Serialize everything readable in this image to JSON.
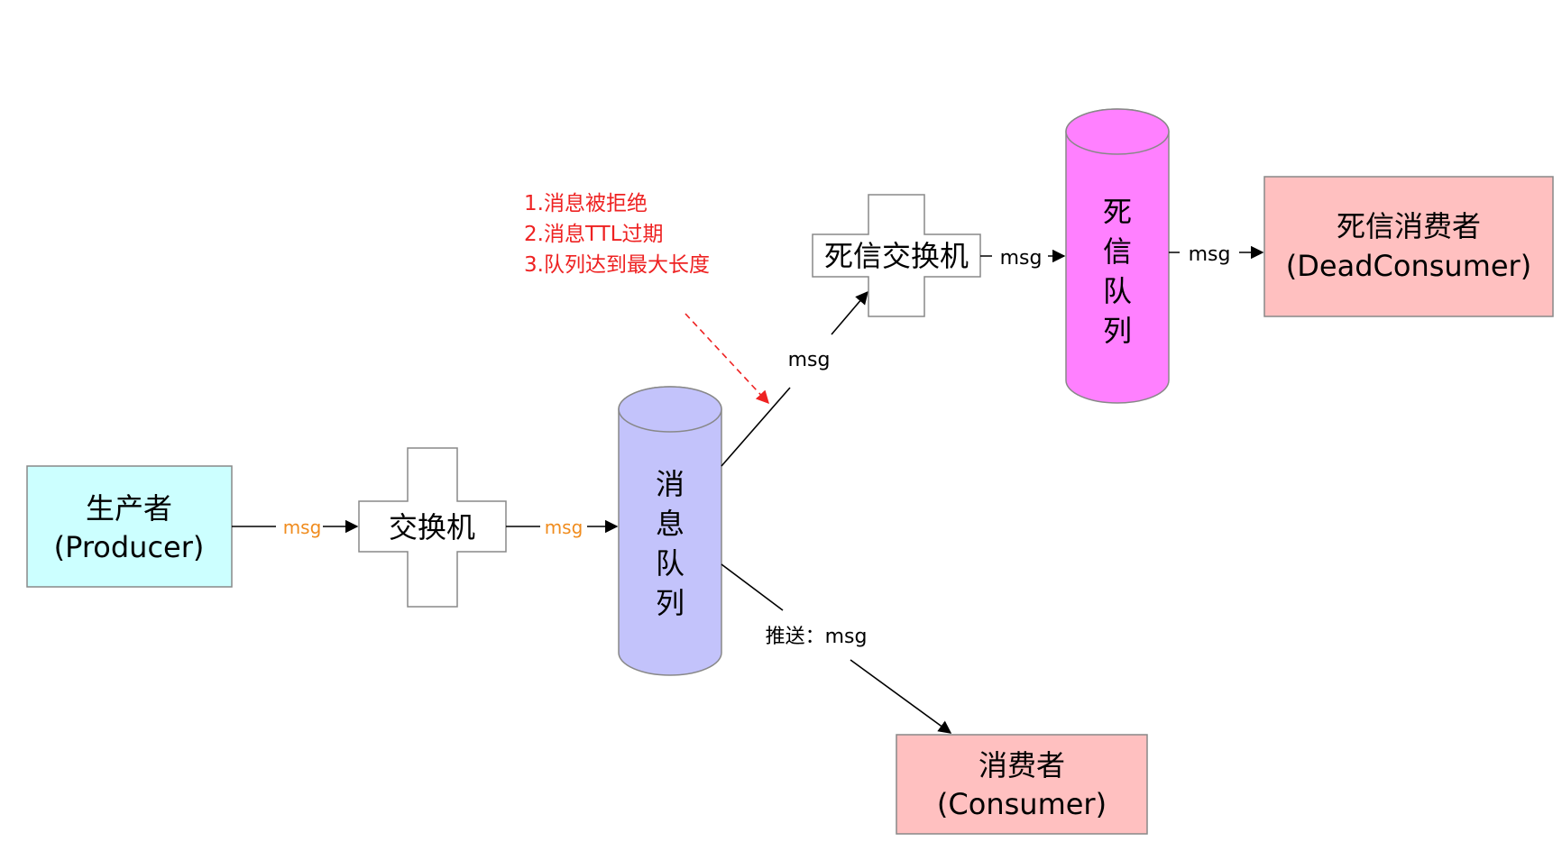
{
  "nodes": {
    "producer": {
      "line1": "生产者",
      "line2": "(Producer)",
      "fill": "#ccffff"
    },
    "exchange": {
      "label": "交换机"
    },
    "queue": {
      "chars": [
        "消",
        "息",
        "队",
        "列"
      ],
      "fill": "#c3c3fb"
    },
    "dead_exchange": {
      "label": "死信交换机"
    },
    "dead_queue": {
      "chars": [
        "死",
        "信",
        "队",
        "列"
      ],
      "fill": "#ff80ff"
    },
    "dead_consumer": {
      "line1": "死信消费者",
      "line2": "(DeadConsumer)",
      "fill": "#ffc0c0"
    },
    "consumer": {
      "line1": "消费者",
      "line2": "(Consumer)",
      "fill": "#ffc0c0"
    }
  },
  "edges": {
    "producer_to_exchange": "msg",
    "exchange_to_queue": "msg",
    "queue_to_dead_exchange": "msg",
    "dead_exchange_to_dead_queue": "msg",
    "dead_queue_to_dead_consumer": "msg",
    "queue_to_consumer": "推送：msg"
  },
  "conditions": [
    "1.消息被拒绝",
    "2.消息TTL过期",
    "3.队列达到最大长度"
  ],
  "colors": {
    "edge_label_orange": "#f08c1e",
    "condition_red": "#ee2222",
    "stroke": "#888888"
  }
}
